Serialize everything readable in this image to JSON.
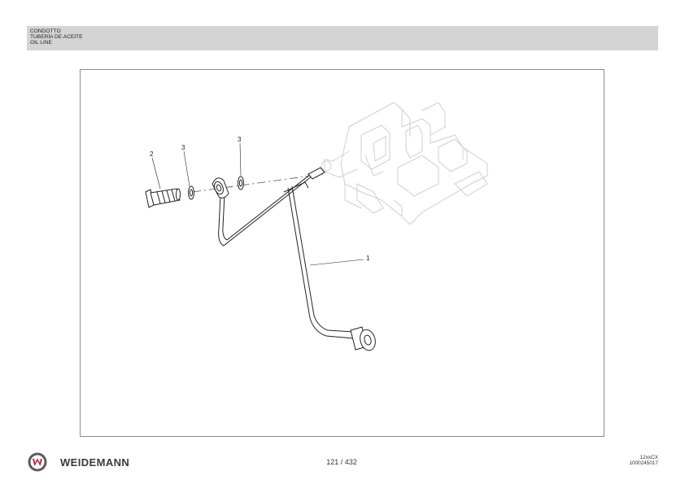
{
  "header": {
    "lines": [
      "CONDOTTO",
      "TUBERÍA DE ACEITE",
      "OIL LINE"
    ]
  },
  "figure": {
    "callouts": [
      {
        "label": "2"
      },
      {
        "label": "3"
      },
      {
        "label": "3"
      },
      {
        "label": "1"
      }
    ]
  },
  "footer": {
    "brand": "WEIDEMANN",
    "page": "121 / 432",
    "code_model": "12xxCX",
    "code_doc": "1000245017",
    "logo_color": "#c8102e"
  }
}
